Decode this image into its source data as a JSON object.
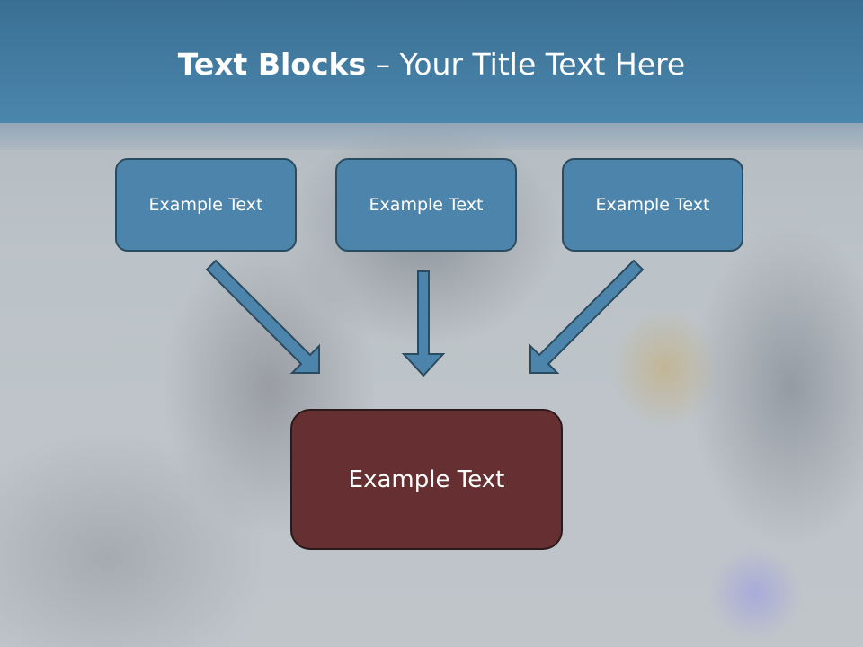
{
  "slide": {
    "title_bold": "Text Blocks",
    "title_rest": " – Your Title Text Here"
  },
  "boxes": {
    "left": "Example Text",
    "center": "Example Text",
    "right": "Example Text",
    "bottom": "Example Text"
  },
  "colors": {
    "header": "#4b86ad",
    "small_box_fill": "#4d84ab",
    "bottom_box_fill": "#662f31",
    "arrow_fill": "#4d84ab"
  }
}
